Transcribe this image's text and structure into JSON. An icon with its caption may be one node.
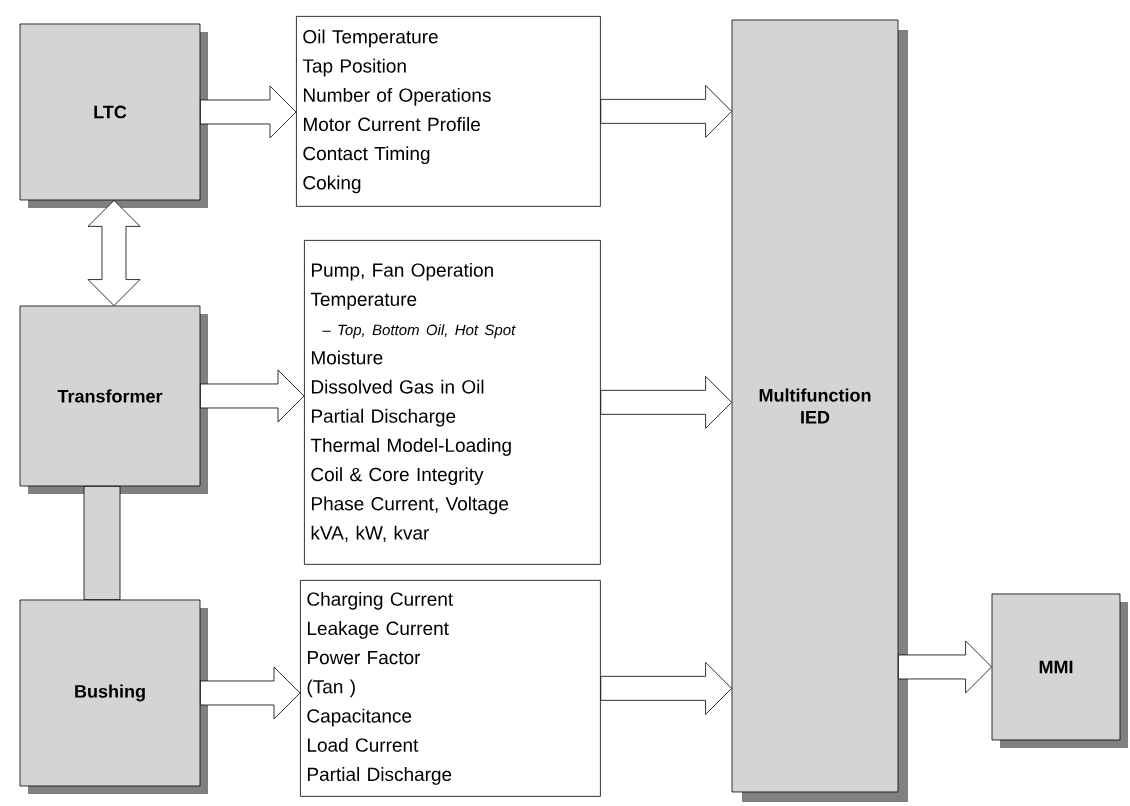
{
  "diagram": {
    "nodes": [
      {
        "text": [
          "LTC"
        ]
      },
      {
        "text": [
          "Oil Temperature",
          "Tap Position",
          "Number of Operations",
          "Motor Current Profile",
          "Contact Timing",
          "Coking"
        ]
      },
      {
        "text": [
          "Transformer"
        ]
      },
      {
        "text": [
          "Pump, Fan Operation",
          "Temperature",
          "– Top, Bottom Oil, Hot Spot",
          "Moisture",
          "Dissolved Gas in Oil",
          "Partial Discharge",
          "Thermal Model-Loading",
          "Coil & Core Integrity",
          "Phase Current, Voltage",
          "kVA, kW, kvar"
        ]
      },
      {
        "text": [
          "Bushing"
        ]
      },
      {
        "text": [
          "Charging Current",
          "Leakage Current",
          "Power Factor",
          "(Tan )",
          "Capacitance",
          "Load Current",
          "Partial Discharge"
        ]
      },
      {
        "text": [
          "Multifunction IED"
        ]
      },
      {
        "text": [
          "MMI"
        ]
      }
    ],
    "edges": [
      {
        "from": 0,
        "to": 1,
        "arrow": "to"
      },
      {
        "from": 0,
        "to": 2,
        "arrow": "both"
      },
      {
        "from": 2,
        "to": 3,
        "arrow": "to"
      },
      {
        "from": 2,
        "to": 4,
        "arrow": "none",
        "style": "thick"
      },
      {
        "from": 4,
        "to": 5,
        "arrow": "to"
      },
      {
        "from": 1,
        "to": 6,
        "arrow": "to"
      },
      {
        "from": 3,
        "to": 6,
        "arrow": "to"
      },
      {
        "from": 5,
        "to": 6,
        "arrow": "to"
      },
      {
        "from": 6,
        "to": 7,
        "arrow": "to"
      }
    ]
  }
}
